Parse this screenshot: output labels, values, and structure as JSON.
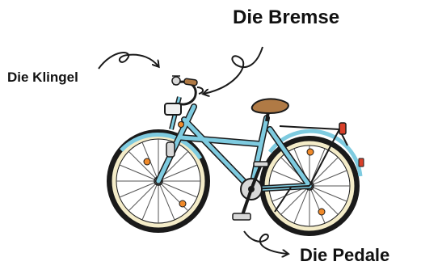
{
  "labels": {
    "brake": "Die Bremse",
    "bell": "Die Klingel",
    "pedal": "Die Pedale"
  },
  "colors": {
    "frame": "#7ecbe0",
    "frame_dark": "#3a8fb0",
    "tire_inner": "#f4ecc8",
    "saddle": "#b07a45",
    "reflector": "#f08a2a",
    "rear_light": "#d9402a",
    "outline": "#1a1a1a"
  },
  "icons": {
    "arrows": [
      "curly-arrow-to-bell",
      "curly-arrow-to-brake",
      "curly-arrow-to-pedal"
    ]
  }
}
